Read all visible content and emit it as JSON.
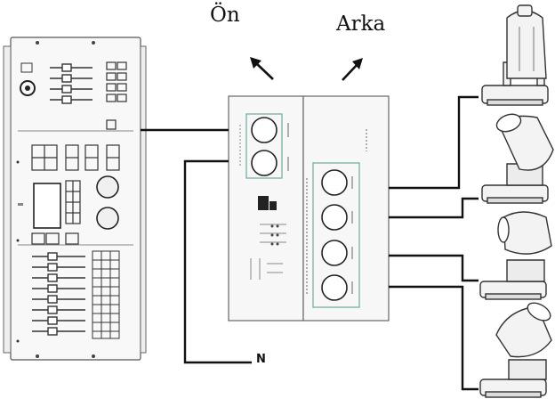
{
  "labels": {
    "front": "Ön",
    "back": "Arka",
    "ground": "N"
  },
  "colors": {
    "line": "#111111",
    "device_fill": "#f7f7f7",
    "connector": "#6ea8a0"
  },
  "icons": [
    "dmx-controller",
    "dmx-splitter",
    "moving-head-light"
  ],
  "splitter": {
    "outputs": 4,
    "front_ports": 2
  },
  "fixtures": 4
}
